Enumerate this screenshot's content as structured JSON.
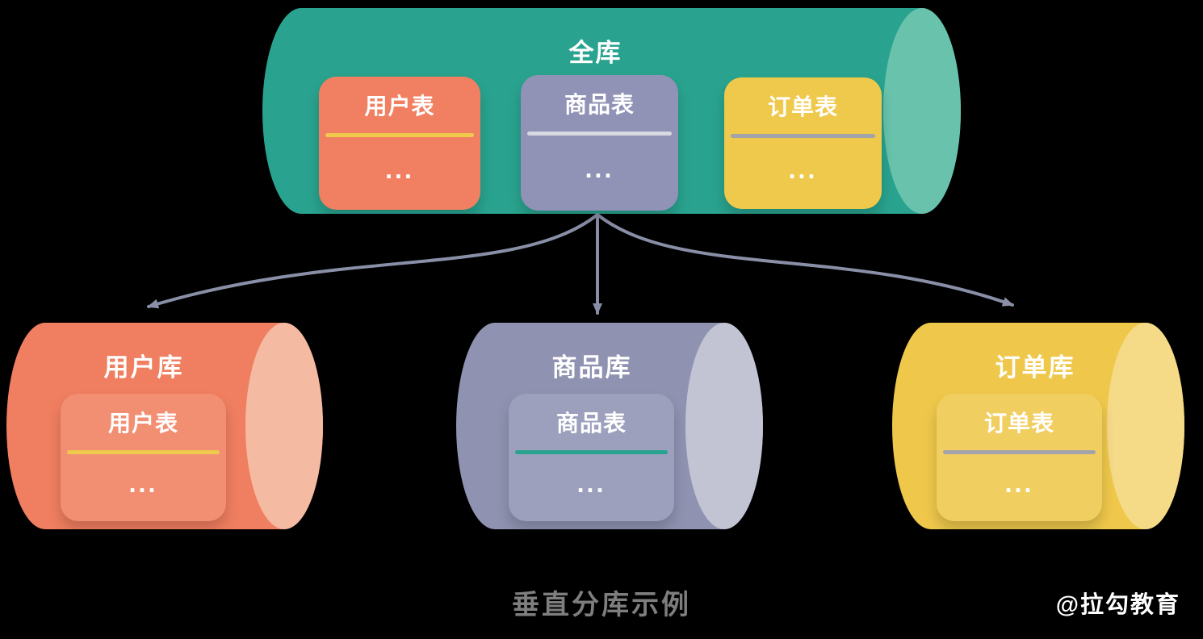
{
  "colors": {
    "background": "#000000",
    "teal_cylinder": "#29A38F",
    "teal_cap": "#69C3AC",
    "orange_cylinder": "#F07E60",
    "orange_cap": "#F5BBA2",
    "purple_cylinder": "#8F93B1",
    "purple_cap": "#C2C4D4",
    "yellow_cylinder": "#EFC84B",
    "yellow_cap": "#F5DB88",
    "arrow": "#8A8FA8",
    "divider_yellow": "#EFC94C",
    "divider_light_gray": "#D7D8E0",
    "divider_gray": "#A3A3AB",
    "divider_teal": "#29A38F",
    "caption_text": "#7E7E7E",
    "label_text": "#FFFFFF"
  },
  "top_cylinder": {
    "title": "全库",
    "tables": [
      {
        "name": "用户表",
        "rows": "..."
      },
      {
        "name": "商品表",
        "rows": "..."
      },
      {
        "name": "订单表",
        "rows": "..."
      }
    ]
  },
  "bottom_cylinders": [
    {
      "title": "用户库",
      "table": {
        "name": "用户表",
        "rows": "..."
      }
    },
    {
      "title": "商品库",
      "table": {
        "name": "商品表",
        "rows": "..."
      }
    },
    {
      "title": "订单库",
      "table": {
        "name": "订单表",
        "rows": "..."
      }
    }
  ],
  "caption": "垂直分库示例",
  "watermark": "@拉勾教育"
}
